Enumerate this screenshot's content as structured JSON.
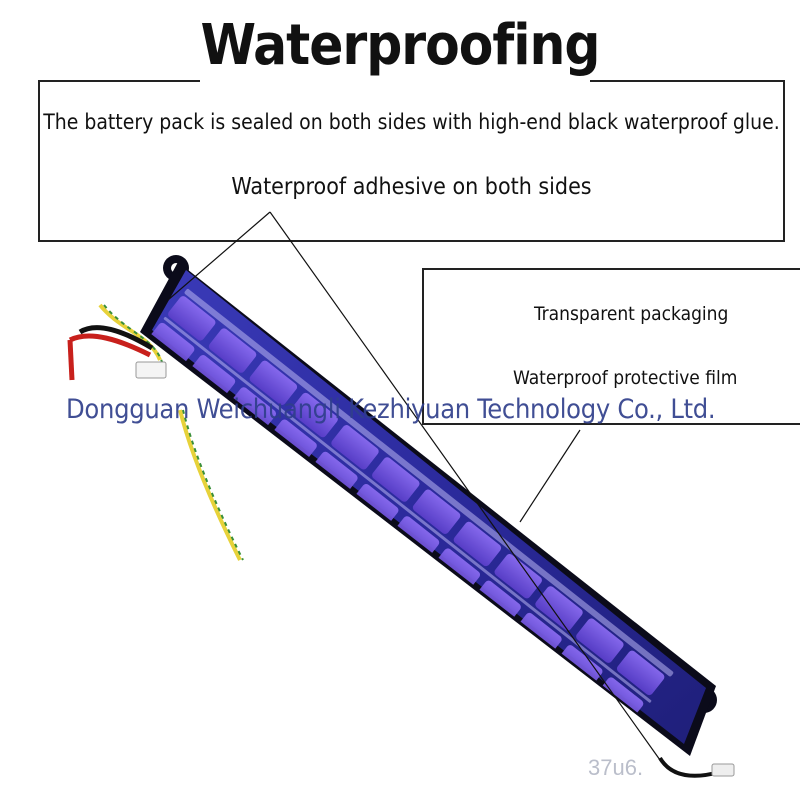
{
  "header": {
    "title": "Waterproofing"
  },
  "callouts": {
    "sealed_note": "The battery pack is sealed on both sides with high-end black waterproof glue.",
    "adhesive_label": "Waterproof adhesive on both sides",
    "packaging_label": "Transparent packaging",
    "film_label": "Waterproof protective film"
  },
  "watermark": {
    "company": "Dongguan Weichuangli Kezhiyuan Technology Co., Ltd.",
    "code": "37u6."
  },
  "image": {
    "subject": "battery-pack-photo"
  },
  "colors": {
    "pack_blue": "#2f2fa8",
    "cell_violet": "#6a4fd6",
    "glue_black": "#0b0b1a",
    "watermark": "#303f8c"
  }
}
